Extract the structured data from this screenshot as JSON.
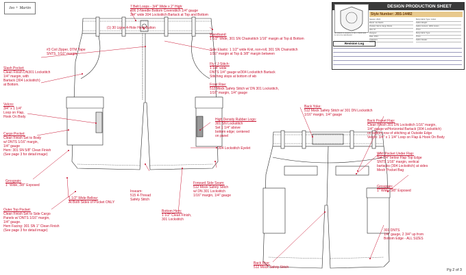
{
  "brand": {
    "logo_text": "Jeo + Martin"
  },
  "page_number": "Pg 2 of 3",
  "production_sheet": {
    "title": "DESIGN PRODUCTION SHEET",
    "style_number": "Style Number: JBS-14482",
    "logo_tagline": "All artwork is property of Jeo + Martin and is not to be reproduced",
    "fields_left": [
      "Season: 2024",
      "Brand: Jeo Martin",
      "Product: Men's Cargo Shorts",
      "Size: M",
      "Designer:",
      "Date: 2024",
      "Collection:"
    ],
    "fields_right": [
      "Body Fabric Type: Cotton",
      "Fabric Weight:",
      "Fabric Content: 100% Cotton",
      "Trims:",
      "Body Fabric Type:",
      "Trims:",
      "Fabric Details:"
    ],
    "revision_log_label": "Revision Log"
  },
  "callouts": {
    "belt_loops": {
      "head": "7 Belt Loops - 3/4\" Wide x 2\" High:",
      "body": "406 2-Needle Bottom Coverstitch 1/4\" gauge\n3/4\" wide 304 Lockstitch Bartack at Top and Bottom"
    },
    "horn_button": {
      "head": "",
      "body": "(1) 30 Ligne 4-Hole Horn Button"
    },
    "waistband": {
      "head": "Waistband:",
      "body": "1 1/2\" Wide, 301 SN Chainstitch 1/16\" margin at Top & Bottom"
    },
    "side_elastic": {
      "head": "",
      "body": "Side Elastic: 1 1/2\" wide Knit, non-roll, 301 SN Chainstitch\n1/16\" margin at Top & 3/8\" margin between"
    },
    "coil_zipper": {
      "head": "",
      "body": "#3 Coil Zipper, DTM Tape\nSNTS, 1/16\" margin"
    },
    "fly_jstitch": {
      "head": "Fly / J-Stitch:",
      "body": "1 1/4\" wide\nDNTS 1/4\" gauge w/304 Lockstitch Bartack\nStitching stops at bottom of wb"
    },
    "front_rise": {
      "head": "Front Rise:",
      "body": "512 Mock Safety Stitch w/ DN 301 Lockstitch,\n1/16\" margin, 1/4\" gauge"
    },
    "slash_pocket": {
      "head": "Slash Pocket:",
      "body": "Clean Finish DN301 Lockstitch\n1/4\" margin, with\nBartack (304 Lockstitch)\nat Bottom."
    },
    "velcro": {
      "head": "Velcro:",
      "body": "3/4\" x 1 1/4\"\nLoop on Flap,\nHook On Body"
    },
    "cargo_pocket": {
      "head": "Cargo Pocket:",
      "body": "Clean Finish Set to Body\nw/ DNTS 1/16\" margin,\n1/4\" gauge\nHem: 301 SN 5/8\" Clean Finish\n(See page 3 for detail image)"
    },
    "grosgrain_left": {
      "head": "Grosgrain:",
      "body": "1\" Wide, 3/8\" Exposed"
    },
    "outer_top_pocket": {
      "head": "Outer Top Pocket:",
      "body": "Clean Finish Set to Side Cargo\nPanels w/ DNTS 1/16\" margin,\n1/4\" gauge.\nHem Facing: 301 SN 1\" Clean Finish\n(See page 3 for detail image)"
    },
    "bellow": {
      "head": "1 1/2\" Wide Bellow:",
      "body": "At Both Sides of Pocket ONLY"
    },
    "inseam": {
      "head": "",
      "body": "Inseam:\n515 4-Thread\nSafety Stitch"
    },
    "rubber_logo": {
      "head": "High Density Rubber Logo:",
      "body": "301 SN Lockstitch\nSet 1 1/4\" above\nbottom edge; centered\non panel"
    },
    "eyelet": {
      "head": "",
      "body": "304 Lockstitch Eyelet"
    },
    "side_seam": {
      "head": "Forward Side Seam:",
      "body": "512 Mock Safety Stitch\nw/ DN 301 Lockstitch\n1/16\" margin, 1/4\" gauge"
    },
    "bottom_hem": {
      "head": "Bottom Hem:",
      "body": "1 1/2\" Clean Finish,\n301 Lockstitch"
    },
    "back_yoke": {
      "head": "Back Yoke:",
      "body": "512 Mock Safety Stitch w/ 301 DN Lockstitch\n1/16\" margin, 1/4\" gauge"
    },
    "back_pocket_flap": {
      "head": "Back Pocket Flap:",
      "body": "Clean Finish 301 DN Lockstitch 1/16\" margin,\n1/4\" gauge w/Horizontal Bartack (304 Lockstitch)\non bottom row of stitching at Outside Edge\nVelcro: 3/4\" x 1 1/4\" Loop on Flap & Hook On Body"
    },
    "welt_pocket": {
      "head": "Welt Pocket Under Flap:",
      "body": "Set 1/4\" below Flap Top Edge\nSNTS 1/16\" margin, vertical\nbartacks (304 Lockstitch) at sides\nMesh Pocket Bag"
    },
    "grosgrain_right": {
      "head": "Grosgrain:",
      "body": "1\" Wide, 3/8\" Exposed"
    },
    "dnts_301": {
      "head": "",
      "body": "301 DNTS\n1/4\" gauge, 2 3/4\" up from\nBottom Edge - ALL SIZES"
    },
    "back_rise": {
      "head": "Back Rise:",
      "body": "512 Mock Safety Stitch"
    }
  }
}
